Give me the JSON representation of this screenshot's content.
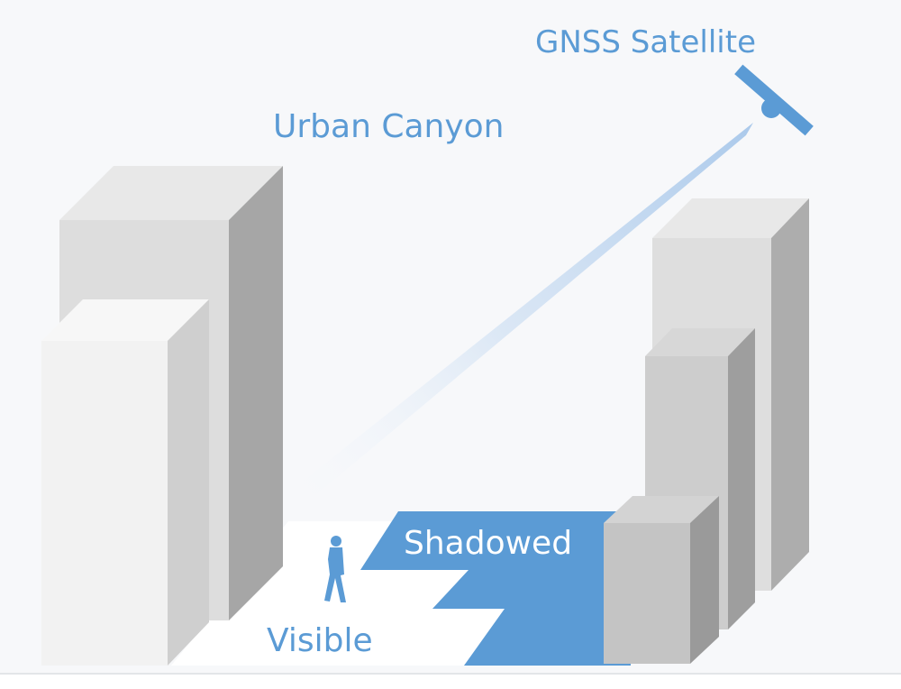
{
  "labels": {
    "satellite": "GNSS Satellite",
    "canyon": "Urban Canyon",
    "shadowed": "Shadowed",
    "visible": "Visible"
  },
  "colors": {
    "background": "#f7f8fa",
    "accent": "#5b9bd5",
    "shadow_region": "#5b9bd5",
    "shadow_text": "#ffffff",
    "visible_region": "#ffffff",
    "building_light": "#f2f2f2",
    "building_mid": "#d9d9d9",
    "building_dark": "#a6a6a6"
  }
}
